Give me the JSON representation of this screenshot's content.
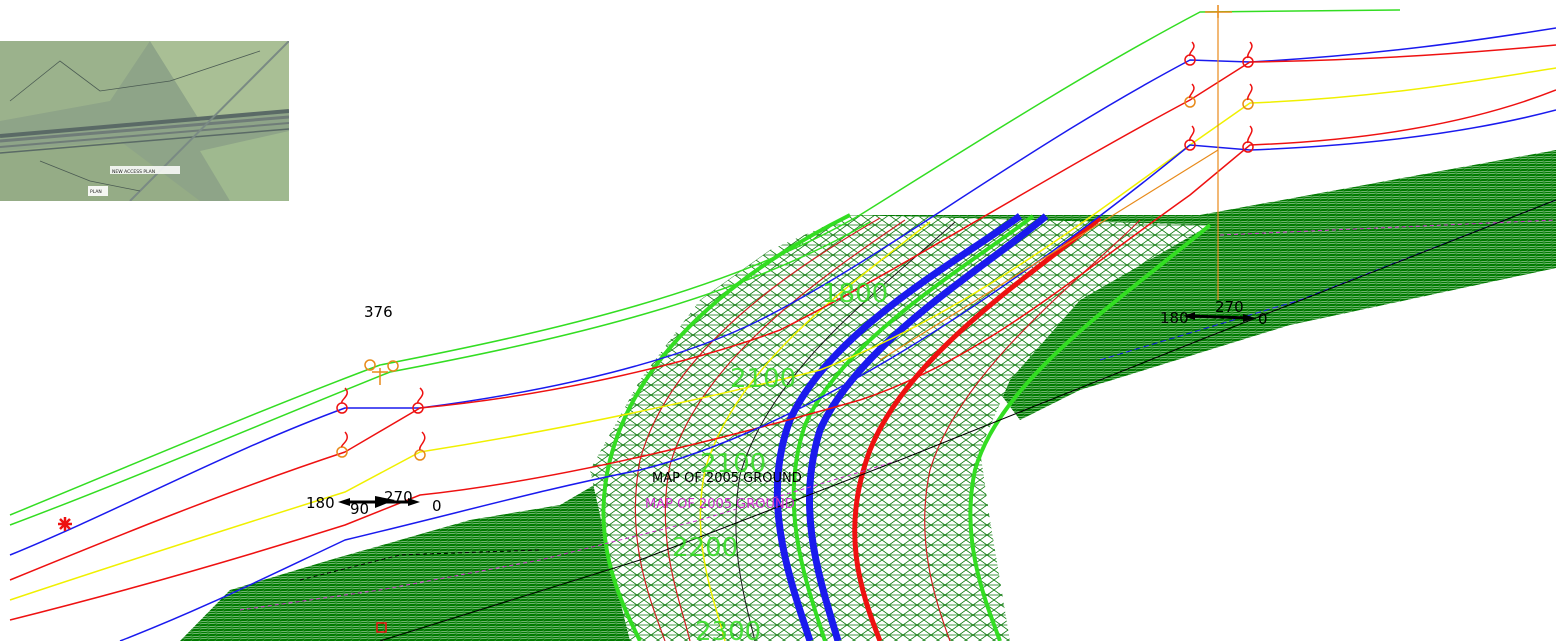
{
  "colors": {
    "background": "#ffffff",
    "terrain": "#007a00",
    "green_line": "#33dd22",
    "blue_line": "#1a1aee",
    "red_line": "#ee1111",
    "yellow_line": "#f0f000",
    "orange_marker": "#e88a1a",
    "magenta_label": "#cc33cc",
    "contour_red": "#cc2222",
    "black": "#000000"
  },
  "thumbnail": {
    "description_labels": [
      "PLAN",
      "NEW ACCESS PLAN"
    ]
  },
  "left_station": {
    "top_label": "376",
    "arrow_labels": {
      "left": "180",
      "bottom": "90",
      "top": "270",
      "right": "0"
    }
  },
  "right_station": {
    "arrow_labels": {
      "left": "180",
      "top": "270",
      "right": "0"
    }
  },
  "chainage_labels": [
    "1800",
    "2100",
    "2100",
    "2200",
    "2300"
  ],
  "annotations": {
    "ground_black": "MAP OF 2005 GROUND",
    "ground_magenta": "MAP OF 2005 GROUND"
  },
  "icons": {
    "thumbnail": "aerial-map-thumbnail",
    "marker": "red-asterisk-marker-icon",
    "direction": "direction-arrow-icon"
  }
}
